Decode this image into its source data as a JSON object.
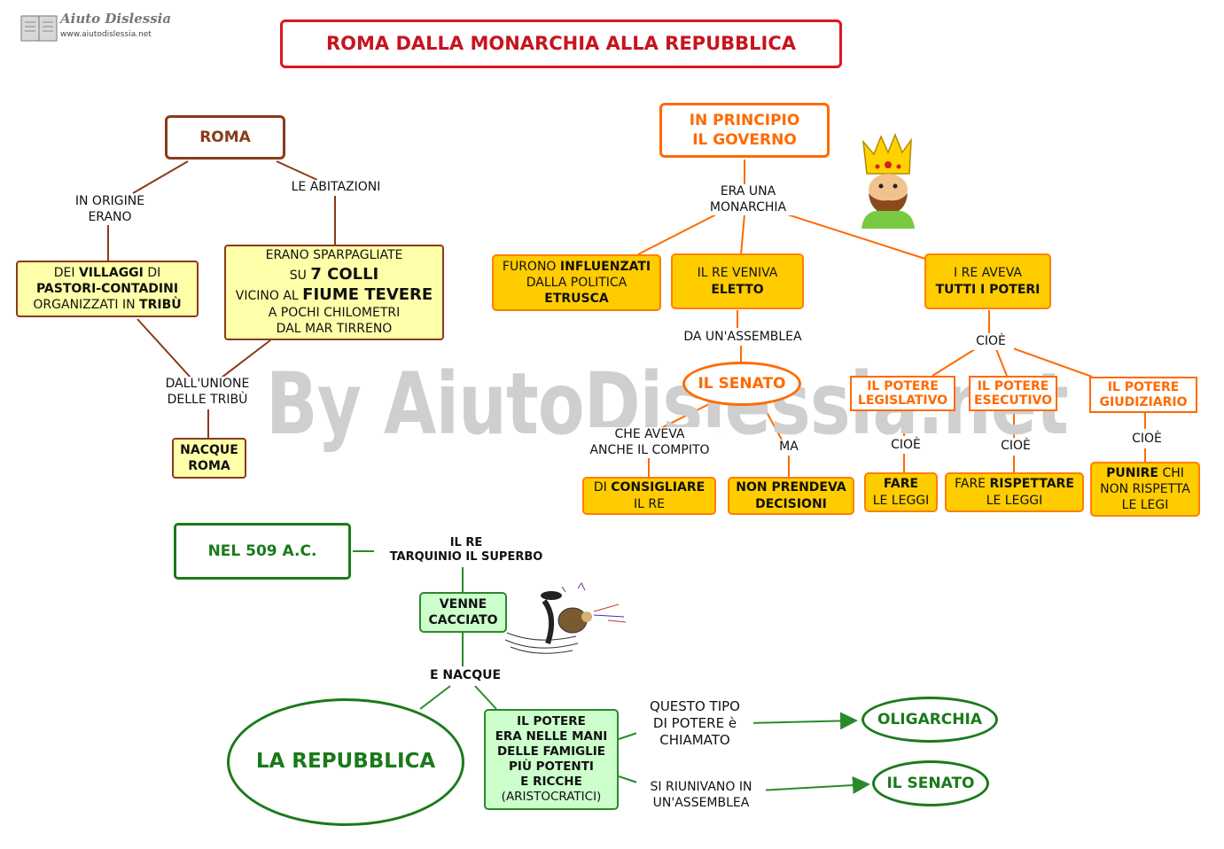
{
  "logo": {
    "title": "Aiuto Dislessia",
    "url": "www.aiutodislessia.net"
  },
  "title": "ROMA DALLA MONARCHIA ALLA REPUBBLICA",
  "watermark": "By AiutoDislessia.net",
  "colors": {
    "title_border": "#e0141e",
    "title_text": "#c8141e",
    "brown": "#8b3a1a",
    "orange": "#ff6a00",
    "gold": "#ffcc00",
    "green": "#1a7a1a",
    "pale_yellow": "#ffffaa",
    "pale_green": "#ccffcc"
  },
  "left": {
    "roma": "ROMA",
    "in_origine_1": "IN ORIGINE",
    "in_origine_2": "ERANO",
    "abitazioni": "LE ABITAZIONI",
    "villaggi": {
      "l1a": "DEI ",
      "l1b": "VILLAGGI",
      "l1c": " DI",
      "l2": "PASTORI-CONTADINI",
      "l3a": "ORGANIZZATI  IN  ",
      "l3b": "TRIBÙ"
    },
    "colli": {
      "l1": "ERANO SPARPAGLIATE",
      "l2a": "SU ",
      "l2b": "7 COLLI",
      "l3a": "VICINO AL ",
      "l3b": "FIUME TEVERE",
      "l4": "A POCHI CHILOMETRI",
      "l5": "DAL MAR TIRRENO"
    },
    "unione_1": "DALL'UNIONE",
    "unione_2": "DELLE TRIBÙ",
    "nacque_1": "NACQUE",
    "nacque_2": "ROMA"
  },
  "right": {
    "principio_1": "IN PRINCIPIO",
    "principio_2": "IL GOVERNO",
    "monarchia_1": "ERA UNA",
    "monarchia_2": "MONARCHIA",
    "influenzati": {
      "l1a": "FURONO ",
      "l1b": "INFLUENZATI",
      "l2": "DALLA POLITICA",
      "l3": "ETRUSCA"
    },
    "eletto": {
      "l1": "IL RE VENIVA",
      "l2": "ELETTO"
    },
    "poteri": {
      "l1": "I RE AVEVA",
      "l2": "TUTTI I POTERI"
    },
    "assemblea": "DA UN'ASSEMBLEA",
    "senato": "IL SENATO",
    "compito_1": "CHE AVEVA",
    "compito_2": "ANCHE IL COMPITO",
    "ma": "MA",
    "consigliare": {
      "l1a": "DI ",
      "l1b": "CONSIGLIARE",
      "l2": "IL RE"
    },
    "decisioni": {
      "l1": "NON PRENDEVA",
      "l2": "DECISIONI"
    },
    "cioe_main": "CIOÈ",
    "leg_1": "IL POTERE",
    "leg_2": "LEGISLATIVO",
    "ese_1": "IL POTERE",
    "ese_2": "ESECUTIVO",
    "giu_1": "IL POTERE",
    "giu_2": "GIUDIZIARIO",
    "cioe_leg": "CIOÈ",
    "cioe_ese": "CIOÈ",
    "cioe_giu": "CIOÈ",
    "fare": {
      "l1": "FARE",
      "l2": "LE LEGGI"
    },
    "rispettare": {
      "l1a": "FARE ",
      "l1b": "RISPETTARE",
      "l2": "LE LEGGI"
    },
    "punire": {
      "l1a": "PUNIRE",
      "l1b": " CHI",
      "l2": "NON RISPETTA",
      "l3": "LE LEGI"
    }
  },
  "bottom": {
    "anno": "NEL 509 A.C.",
    "re_1": "IL RE",
    "re_2": "TARQUINIO IL SUPERBO",
    "cacciato_1": "VENNE",
    "cacciato_2": "CACCIATO",
    "nacque": "E NACQUE",
    "repubblica": "LA REPUBBLICA",
    "potere": {
      "l1": "IL POTERE",
      "l2": "ERA NELLE MANI",
      "l3": "DELLE FAMIGLIE",
      "l4": "PIÙ POTENTI",
      "l5": "E RICCHE",
      "l6": "(ARISTOCRATICI)"
    },
    "tipo_1": "QUESTO TIPO",
    "tipo_2": "DI POTERE è",
    "tipo_3": "CHIAMATO",
    "oligarchia": "OLIGARCHIA",
    "riunivano_1": "SI RIUNIVANO IN",
    "riunivano_2": "UN'ASSEMBLEA",
    "senato": "IL SENATO"
  }
}
